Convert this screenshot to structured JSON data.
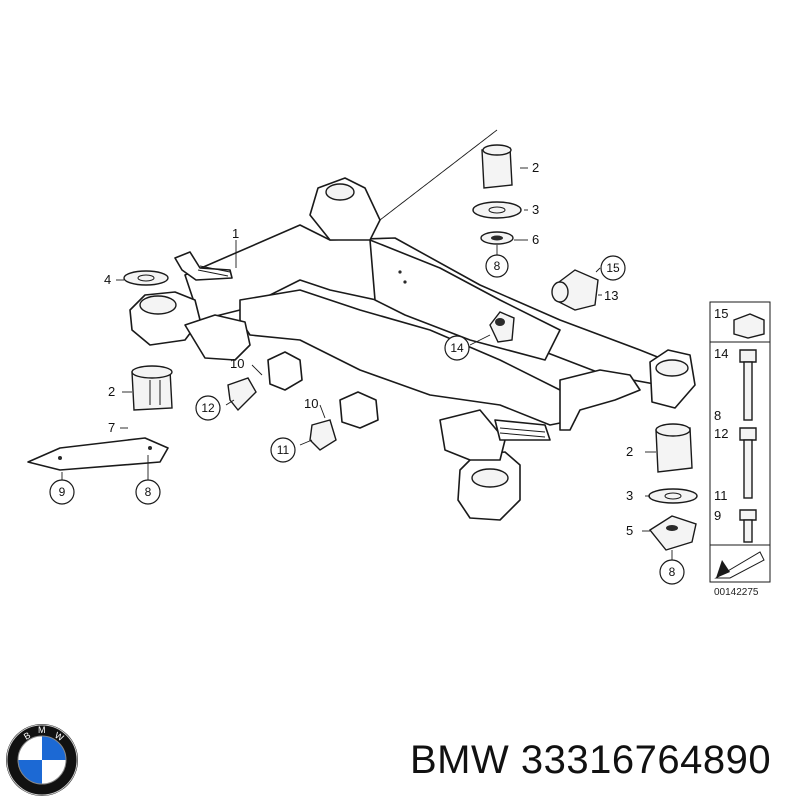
{
  "callouts": {
    "c1": "1",
    "c2a": "2",
    "c3a": "3",
    "c6": "6",
    "c8a": "8",
    "c15a": "15",
    "c13": "13",
    "c4": "4",
    "c2b": "2",
    "c7": "7",
    "c9a": "9",
    "c8b": "8",
    "c10a": "10",
    "c12a": "12",
    "c10b": "10",
    "c11a": "11",
    "c14a": "14",
    "c2c": "2",
    "c3b": "3",
    "c5": "5",
    "c8c": "8"
  },
  "legend": {
    "l15": "15",
    "l14": "14",
    "l8": "8",
    "l12": "12",
    "l11": "11",
    "l9": "9"
  },
  "drawing_number": "00142275",
  "caption": "BMW 33316764890",
  "logo": {
    "text": "BMW",
    "colors": {
      "blue": "#1c69d4",
      "white": "#ffffff",
      "ring": "#111111"
    }
  }
}
